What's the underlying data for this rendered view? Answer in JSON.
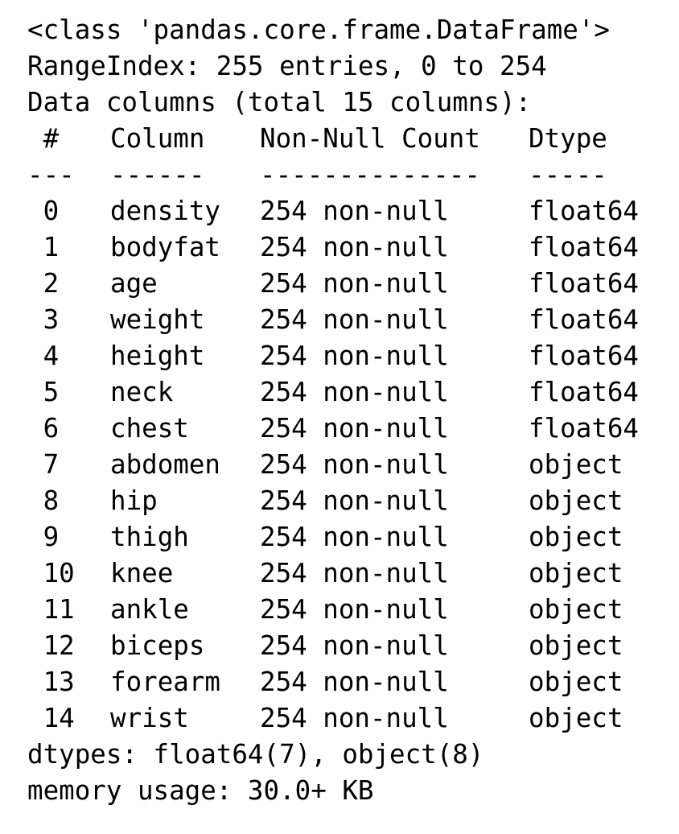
{
  "header_lines": [
    "<class 'pandas.core.frame.DataFrame'>",
    "RangeIndex: 255 entries, 0 to 254",
    "Data columns (total 15 columns):"
  ],
  "columns": [
    " #",
    "Column",
    "Non-Null Count",
    "Dtype"
  ],
  "separators": [
    "---",
    "------",
    "--------------",
    "-----"
  ],
  "rows": [
    [
      " 0",
      "density",
      "254 non-null",
      "float64"
    ],
    [
      " 1",
      "bodyfat",
      "254 non-null",
      "float64"
    ],
    [
      " 2",
      "age",
      "254 non-null",
      "float64"
    ],
    [
      " 3",
      "weight",
      "254 non-null",
      "float64"
    ],
    [
      " 4",
      "height",
      "254 non-null",
      "float64"
    ],
    [
      " 5",
      "neck",
      "254 non-null",
      "float64"
    ],
    [
      " 6",
      "chest",
      "254 non-null",
      "float64"
    ],
    [
      " 7",
      "abdomen",
      "254 non-null",
      "object"
    ],
    [
      " 8",
      "hip",
      "254 non-null",
      "object"
    ],
    [
      " 9",
      "thigh",
      "254 non-null",
      "object"
    ],
    [
      " 10",
      "knee",
      "254 non-null",
      "object"
    ],
    [
      " 11",
      "ankle",
      "254 non-null",
      "object"
    ],
    [
      " 12",
      "biceps",
      "254 non-null",
      "object"
    ],
    [
      " 13",
      "forearm",
      "254 non-null",
      "object"
    ],
    [
      " 14",
      "wrist",
      "254 non-null",
      "object"
    ]
  ],
  "footer_lines": [
    "dtypes: float64(7), object(8)",
    "memory usage: 30.0+ KB"
  ]
}
